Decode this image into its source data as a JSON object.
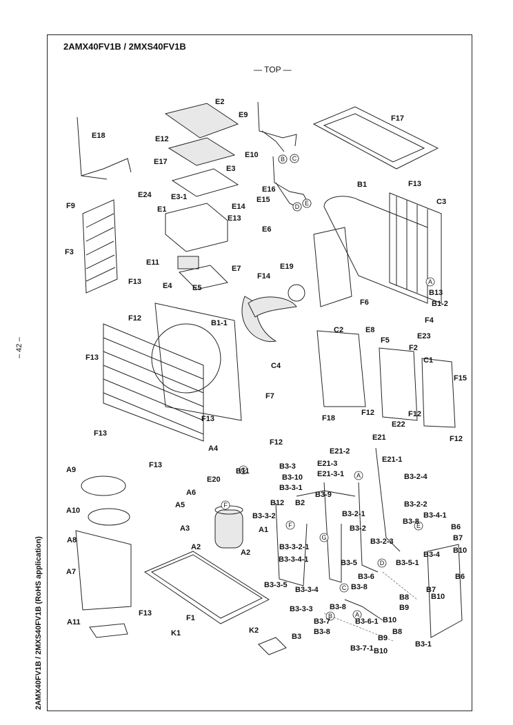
{
  "document": {
    "model_title": "2AMX40FV1B / 2MXS40FV1B",
    "view_label": "— TOP —",
    "page_number": "– 42 –",
    "vertical_title": "2AMX40FV1B / 2MXS40FV1B (RoHS application)"
  },
  "parts": [
    "E2",
    "E9",
    "F17",
    "E18",
    "E12",
    "E17",
    "E3",
    "E10",
    "F13",
    "B1",
    "C3",
    "E24",
    "E3-1",
    "E16",
    "E15",
    "E1",
    "E14",
    "E13",
    "F9",
    "E6",
    "F3",
    "E11",
    "F13",
    "E7",
    "E19",
    "F14",
    "E4",
    "E5",
    "B13",
    "B1-2",
    "F6",
    "F12",
    "F4",
    "B1-1",
    "C2",
    "E8",
    "F5",
    "F2",
    "E23",
    "F13",
    "C4",
    "C1",
    "F15",
    "F7",
    "F13",
    "F18",
    "F12",
    "F12",
    "E22",
    "F12",
    "F13",
    "F13",
    "F12",
    "A4",
    "E21-2",
    "E21",
    "E21-3",
    "E21-3-1",
    "A9",
    "B3-3",
    "B3-10",
    "E21-1",
    "B11",
    "B3-3-1",
    "B3-9",
    "B3-2-4",
    "E20",
    "B12",
    "B2",
    "A6",
    "B3-3-2",
    "A10",
    "A5",
    "B3-2-1",
    "B3-2-2",
    "A3",
    "A1",
    "B3-2",
    "B3-8",
    "B3-4-1",
    "B6",
    "A8",
    "B3-2-3",
    "B7",
    "A2",
    "A2",
    "B3-3-2-1",
    "B10",
    "A7",
    "B3-3-4-1",
    "B3-4",
    "B3-5",
    "B6",
    "B3-6",
    "B3-5-1",
    "B7",
    "B3-3-5",
    "B3-8",
    "B8",
    "B3-3-4",
    "B10",
    "B9",
    "F13",
    "F1",
    "B3-3-3",
    "B3-8",
    "B10",
    "A11",
    "B3-7",
    "B3-6-1",
    "B8",
    "K1",
    "K2",
    "B3-8",
    "B9",
    "B3",
    "B3-7-1",
    "B10",
    "B3-1"
  ],
  "ref_markers": [
    "B",
    "C",
    "D",
    "E",
    "A",
    "A",
    "F",
    "G",
    "G",
    "F",
    "A",
    "C",
    "D",
    "E",
    "B"
  ],
  "colors": {
    "ink": "#111111",
    "frame": "#222222",
    "paper": "#ffffff"
  }
}
